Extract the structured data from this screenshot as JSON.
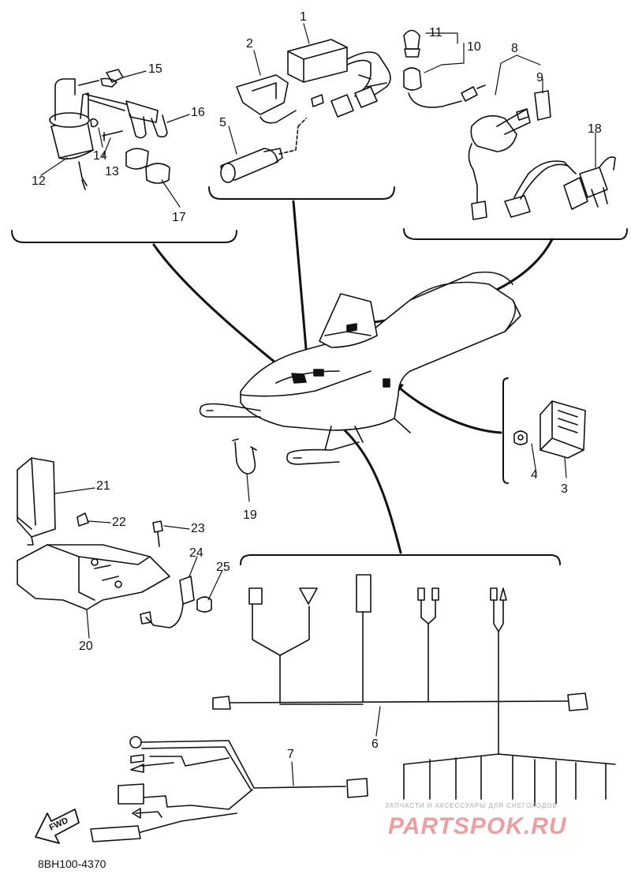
{
  "diagram": {
    "part_code": "8BH100-4370",
    "fwd_label": "FWD",
    "watermark": {
      "site": "PARTSPOK.RU",
      "subtitle": "ЗАПЧАСТИ И АКСЕССУАРЫ ДЛЯ СНЕГОХОДОВ"
    },
    "callouts": [
      {
        "id": "c1",
        "label": "1"
      },
      {
        "id": "c2",
        "label": "2"
      },
      {
        "id": "c3",
        "label": "3"
      },
      {
        "id": "c4",
        "label": "4"
      },
      {
        "id": "c5",
        "label": "5"
      },
      {
        "id": "c6",
        "label": "6"
      },
      {
        "id": "c7",
        "label": "7"
      },
      {
        "id": "c8",
        "label": "8"
      },
      {
        "id": "c9",
        "label": "9"
      },
      {
        "id": "c10",
        "label": "10"
      },
      {
        "id": "c11",
        "label": "11"
      },
      {
        "id": "c12",
        "label": "12"
      },
      {
        "id": "c13",
        "label": "13"
      },
      {
        "id": "c14",
        "label": "14"
      },
      {
        "id": "c15",
        "label": "15"
      },
      {
        "id": "c16",
        "label": "16"
      },
      {
        "id": "c17",
        "label": "17"
      },
      {
        "id": "c18",
        "label": "18"
      },
      {
        "id": "c19",
        "label": "19"
      },
      {
        "id": "c20",
        "label": "20"
      },
      {
        "id": "c21",
        "label": "21"
      },
      {
        "id": "c22",
        "label": "22"
      },
      {
        "id": "c23",
        "label": "23"
      },
      {
        "id": "c24",
        "label": "24"
      },
      {
        "id": "c25",
        "label": "25"
      }
    ],
    "colors": {
      "line": "#111111",
      "background": "#ffffff",
      "watermark": "#e05050"
    }
  }
}
